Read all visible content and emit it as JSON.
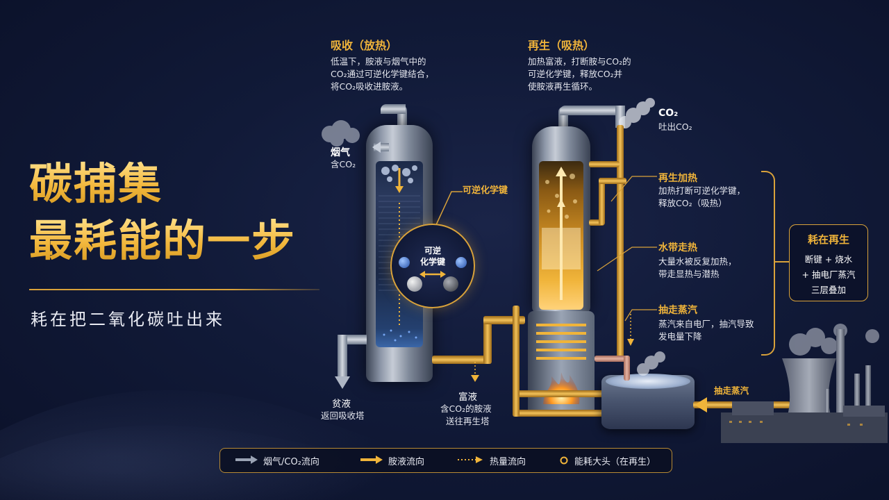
{
  "title": {
    "line1": "碳捕集",
    "line2": "最耗能的一步"
  },
  "subtitle": "耗在把二氧化碳吐出来",
  "absorb": {
    "heading": "吸收（放热）",
    "lines": [
      "低温下，胺液与烟气中的",
      "CO₂通过可逆化学键结合，",
      "将CO₂吸收进胺液。"
    ]
  },
  "regen": {
    "heading": "再生（吸热）",
    "lines": [
      "加热富液，打断胺与CO₂的",
      "可逆化学键，释放CO₂并",
      "使胺液再生循环。"
    ]
  },
  "flue_gas": {
    "label": "烟气",
    "sub": "含CO₂"
  },
  "co2_out": {
    "label": "CO₂",
    "sub": "吐出CO₂"
  },
  "reversible_bond": {
    "label": "可逆化学键",
    "circle_line1": "可逆",
    "circle_line2": "化学键"
  },
  "lean": {
    "label": "贫液",
    "sub": "返回吸收塔"
  },
  "rich": {
    "label": "富液",
    "sub1": "含CO₂的胺液",
    "sub2": "送往再生塔"
  },
  "callouts": [
    {
      "heading": "再生加热",
      "lines": [
        "加热打断可逆化学键，",
        "释放CO₂（吸热）"
      ]
    },
    {
      "heading": "水带走热",
      "lines": [
        "大量水被反复加热，",
        "带走显热与潜热"
      ]
    },
    {
      "heading": "抽走蒸汽",
      "lines": [
        "蒸汽来自电厂，抽汽导致",
        "发电量下降"
      ]
    }
  ],
  "energy_box": {
    "heading": "耗在再生",
    "lines": [
      "断键 + 烧水",
      "+ 抽电厂蒸汽",
      "三层叠加"
    ]
  },
  "steam_extract": "抽走蒸汽",
  "legend": {
    "items": [
      "烟气/CO₂流向",
      "胺液流向",
      "热量流向",
      "能耗大头（在再生）"
    ]
  },
  "colors": {
    "gold": "#f0b43a",
    "gray_arrow": "#9aa3b4",
    "background": "#111a38"
  }
}
